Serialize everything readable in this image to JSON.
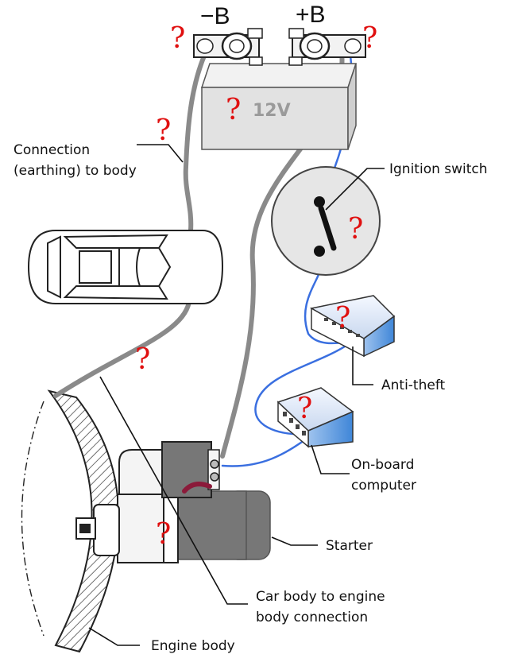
{
  "diagram": {
    "terminals": {
      "negative": "−B",
      "positive": "+B"
    },
    "battery_voltage": "12V",
    "labels": {
      "connection_line1": "Connection",
      "connection_line2": "(earthing) to body",
      "ignition_switch": "Ignition switch",
      "anti_theft": "Anti-theft",
      "onboard_line1": "On-board",
      "onboard_line2": "computer",
      "starter": "Starter",
      "car_engine_line1": "Car body to engine",
      "car_engine_line2": "body connection",
      "engine_body": "Engine body"
    },
    "question_mark": "?",
    "colors": {
      "ground_cable": "#8a8a8a",
      "signal_wire": "#3a6fe0",
      "starter_link": "#8b1a3a",
      "question": "#e01010",
      "battery_fill": "#e2e2e2",
      "switch_fill": "#e6e6e6",
      "starter_body": "#777777"
    }
  }
}
